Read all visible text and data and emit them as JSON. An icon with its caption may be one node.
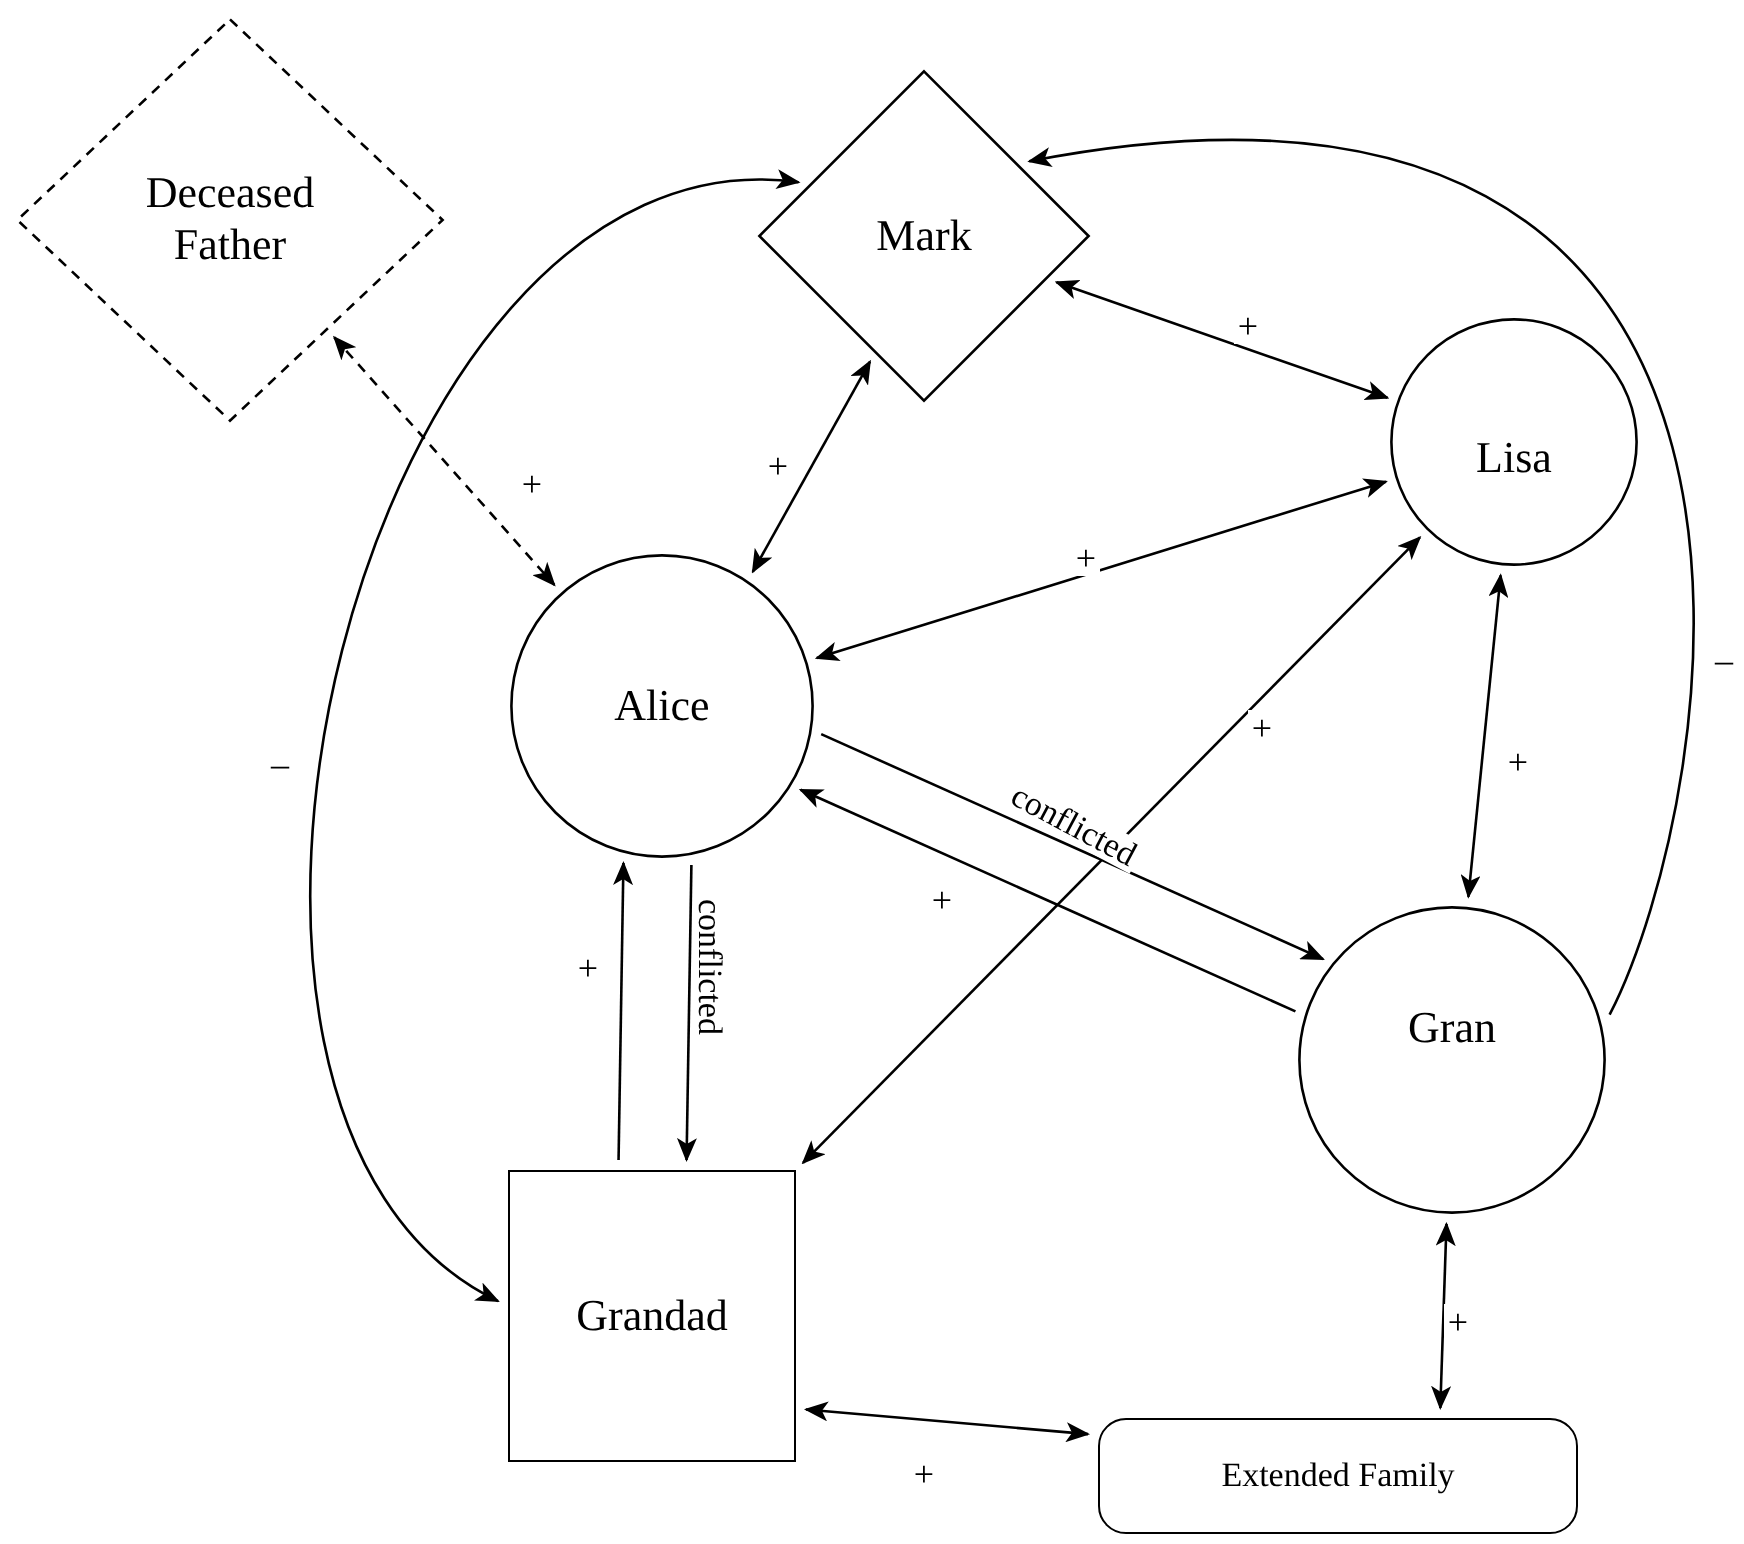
{
  "diagram": {
    "nodes": [
      {
        "text": [
          "Deceased Father"
        ]
      },
      {
        "text": [
          "Mark"
        ]
      },
      {
        "text": [
          "Lisa"
        ]
      },
      {
        "text": [
          "Alice"
        ]
      },
      {
        "text": [
          "Gran"
        ]
      },
      {
        "text": [
          "Grandad"
        ]
      },
      {
        "text": [
          "Extended Family"
        ]
      }
    ],
    "edges": [
      {
        "from": 0,
        "to": 3,
        "arrow": "both",
        "label": "+",
        "style": "dashed"
      },
      {
        "from": 1,
        "to": 3,
        "arrow": "both",
        "label": "+"
      },
      {
        "from": 1,
        "to": 2,
        "arrow": "both",
        "label": "+"
      },
      {
        "from": 2,
        "to": 3,
        "arrow": "both",
        "label": "+"
      },
      {
        "from": 3,
        "to": 4,
        "arrow": "to",
        "label": "conflicted"
      },
      {
        "from": 4,
        "to": 3,
        "arrow": "to",
        "label": "+"
      },
      {
        "from": 3,
        "to": 5,
        "arrow": "to",
        "label": "conflicted"
      },
      {
        "from": 5,
        "to": 3,
        "arrow": "to",
        "label": "+"
      },
      {
        "from": 2,
        "to": 5,
        "arrow": "both",
        "label": "+"
      },
      {
        "from": 2,
        "to": 4,
        "arrow": "both",
        "label": "+"
      },
      {
        "from": 4,
        "to": 6,
        "arrow": "both",
        "label": "+"
      },
      {
        "from": 5,
        "to": 6,
        "arrow": "both",
        "label": "+"
      },
      {
        "from": 5,
        "to": 1,
        "arrow": "both",
        "label": "–"
      },
      {
        "from": 4,
        "to": 1,
        "arrow": "to",
        "label": "–"
      }
    ]
  }
}
